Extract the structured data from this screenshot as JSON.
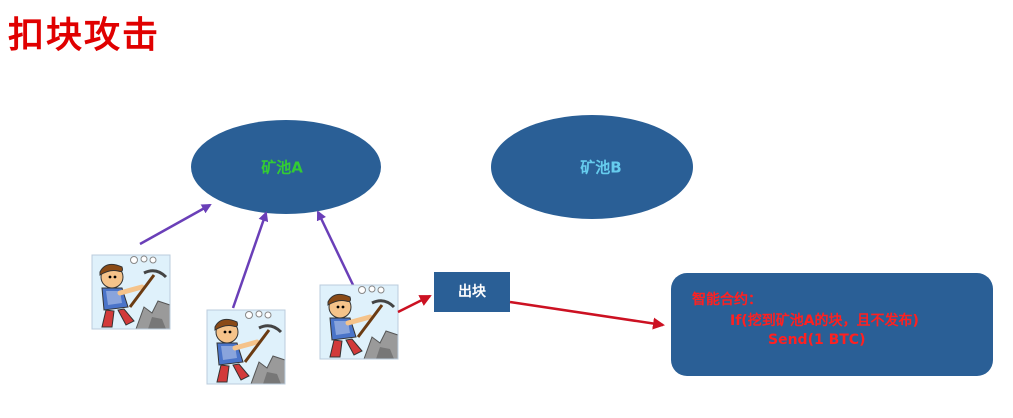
{
  "title": "扣块攻击",
  "pools": {
    "a": {
      "label": "矿池A"
    },
    "b": {
      "label": "矿池B"
    }
  },
  "block_label": "出块",
  "contract": {
    "line1": "智能合约：",
    "line2": "If(挖到矿池A的块，且不发布)",
    "line3": "Send(1 BTC)"
  },
  "colors": {
    "title": "#e00000",
    "pool_fill": "#2a5f96",
    "pool_a_label": "#33cc33",
    "pool_b_label": "#66ccee",
    "arrow_purple": "#6a3fb8",
    "arrow_red": "#cc1122",
    "contract_text": "#ff2020"
  },
  "icons": {
    "miner": "miner-with-pickaxe-icon"
  }
}
